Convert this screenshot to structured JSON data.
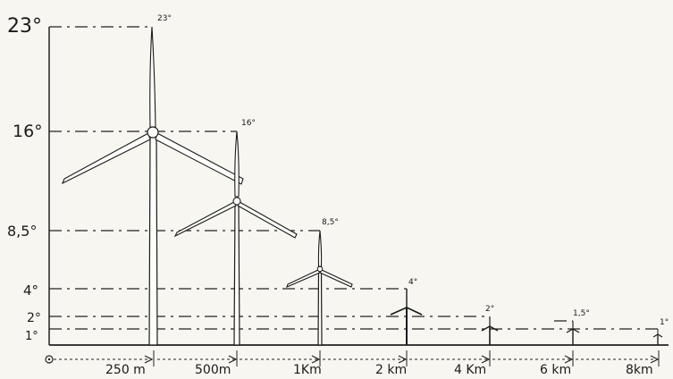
{
  "y_axis": {
    "labels": [
      {
        "text": "23°",
        "key": "23"
      },
      {
        "text": "16°",
        "key": "16"
      },
      {
        "text": "8,5°",
        "key": "8_5"
      },
      {
        "text": "4°",
        "key": "4"
      },
      {
        "text": "2°",
        "key": "2"
      },
      {
        "text": "1°",
        "key": "1"
      }
    ]
  },
  "turbines": [
    {
      "angle_label": "23°",
      "distance_label": "250 m"
    },
    {
      "angle_label": "16°",
      "distance_label": "500m"
    },
    {
      "angle_label": "8,5°",
      "distance_label": "1Km"
    },
    {
      "angle_label": "4°",
      "distance_label": "2 km"
    },
    {
      "angle_label": "2°",
      "distance_label": "4 Km"
    },
    {
      "angle_label": "1,5°",
      "distance_label": "6 km"
    },
    {
      "angle_label": "1°",
      "distance_label": "8km"
    }
  ],
  "colors": {
    "ink": "#1a1a1a",
    "paper": "#f7f6f1"
  }
}
